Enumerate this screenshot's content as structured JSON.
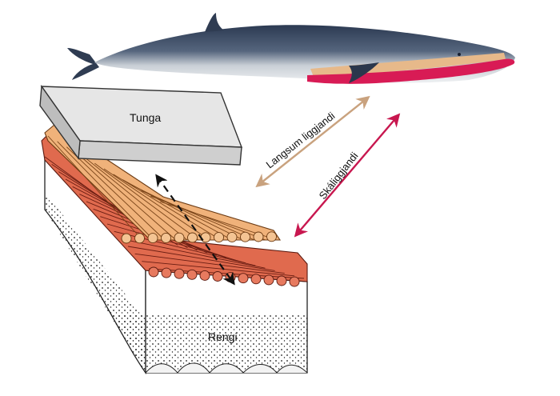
{
  "labels": {
    "tongue": "Tunga",
    "longitudinal": "Langsum liggjandi",
    "oblique": "Skáliggjandi",
    "base": "Rengi"
  },
  "colors": {
    "whale_back": "#3f4e66",
    "whale_belly": "#e6e9ec",
    "tongue_fat": "#e7b98a",
    "throat_band": "#d81b55",
    "tongue_block": "#d9d9d9",
    "longitudinal_fibers": "#f0b27a",
    "oblique_fibers": "#e06a4e",
    "base_block": "#ffffff",
    "longitudinal_arrow": "#c9a27e",
    "oblique_arrow": "#c8174f",
    "fiber_direction_arrow": "#111111"
  },
  "icons": {
    "whale": "fin-whale-illustration",
    "longitudinal_arrow": "double-headed-arrow",
    "oblique_arrow": "double-headed-arrow",
    "fiber_direction_arrow": "dashed-double-headed-arrow"
  }
}
